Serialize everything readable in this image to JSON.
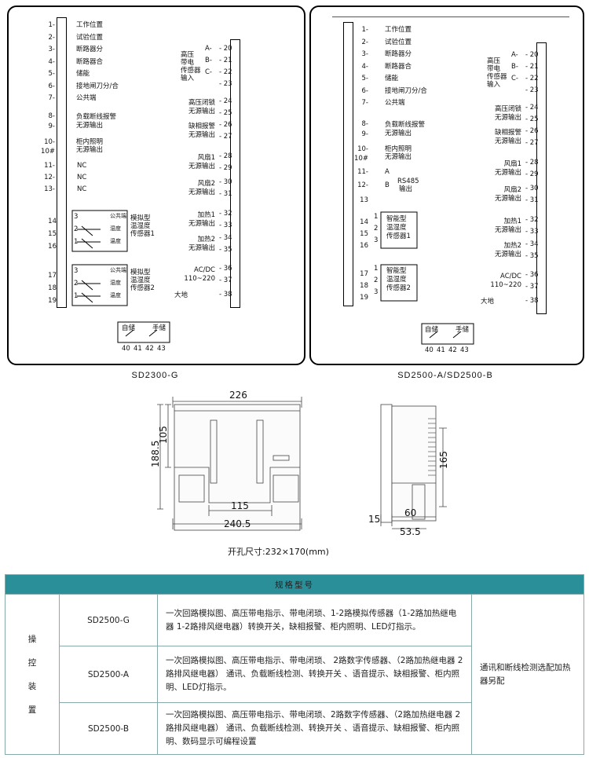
{
  "diagram_g": {
    "caption": "SD2300-G",
    "left_terms": [
      {
        "n": "1",
        "label": "工作位置"
      },
      {
        "n": "2",
        "label": "试验位置"
      },
      {
        "n": "3",
        "label": "断路器分"
      },
      {
        "n": "4",
        "label": "断路器合"
      },
      {
        "n": "5",
        "label": "储能"
      },
      {
        "n": "6",
        "label": "接地闸刀分/合"
      },
      {
        "n": "7",
        "label": "公共端"
      }
    ],
    "alarm": {
      "n1": "8",
      "n2": "9",
      "label1": "负载断线报警",
      "label2": "无源输出"
    },
    "light": {
      "n1": "10",
      "n2": "10#",
      "label1": "柜内照明",
      "label2": "无源输出"
    },
    "nc": [
      {
        "n": "11",
        "label": "NC"
      },
      {
        "n": "12",
        "label": "NC"
      },
      {
        "n": "13",
        "label": "NC"
      }
    ],
    "sensor1": {
      "terms": [
        "14",
        "15",
        "16"
      ],
      "pins": [
        "3",
        "2",
        "1"
      ],
      "sub": [
        "公共端",
        "湿度",
        "温度"
      ],
      "name": "模拟型 温湿度 传感器1"
    },
    "sensor2": {
      "terms": [
        "17",
        "18",
        "19"
      ],
      "pins": [
        "3",
        "2",
        "1"
      ],
      "sub": [
        "公共端",
        "湿度",
        "温度"
      ],
      "name": "模拟型 温湿度 传感器2"
    },
    "store": {
      "auto": "自储",
      "manual": "手储",
      "pins": [
        "40",
        "41",
        "42",
        "43"
      ]
    }
  },
  "diagram_ab": {
    "caption": "SD2500-A/SD2500-B",
    "rs485": {
      "a": "A",
      "b": "B",
      "label1": "RS485",
      "label2": "输出"
    },
    "sensor1_name": "智能型 温湿度 传感器1",
    "sensor2_name": "智能型 温湿度 传感器2"
  },
  "right_terms": {
    "hv": {
      "label": "高压 带电 传感器 输入",
      "items": [
        {
          "l": "A",
          "n": "20"
        },
        {
          "l": "B",
          "n": "21"
        },
        {
          "l": "C",
          "n": "22"
        },
        {
          "l": "",
          "n": "23"
        }
      ]
    },
    "pairs": [
      {
        "label1": "高压闭锁",
        "label2": "无源输出",
        "n1": "24",
        "n2": "25"
      },
      {
        "label1": "缺相报警",
        "label2": "无源输出",
        "n1": "26",
        "n2": "27"
      },
      {
        "label1": "风扇1",
        "label2": "无源输出",
        "n1": "28",
        "n2": "29"
      },
      {
        "label1": "风扇2",
        "label2": "无源输出",
        "n1": "30",
        "n2": "31"
      },
      {
        "label1": "加热1",
        "label2": "无源输出",
        "n1": "32",
        "n2": "33"
      },
      {
        "label1": "加热2",
        "label2": "无源输出",
        "n1": "34",
        "n2": "35"
      },
      {
        "label1": "AC/DC",
        "label2": "110~220",
        "n1": "36",
        "n2": "37"
      }
    ],
    "ground": {
      "label": "大地",
      "n": "38"
    }
  },
  "dimensions": {
    "front": {
      "w_top": "226",
      "h_inner": "105",
      "h_total": "188.5",
      "w_mid": "115",
      "w_total": "240.5"
    },
    "side": {
      "h": "165",
      "a": "15",
      "b": "60",
      "c": "53.5"
    },
    "cutout": "开孔尺寸:232×170(mm)"
  },
  "spec_table": {
    "header": "规格型号",
    "group": [
      "操",
      "控",
      "装",
      "置"
    ],
    "note": "通讯和断线检测选配加热器另配",
    "rows": [
      {
        "model": "SD2500-G",
        "desc": "一次回路模拟图、高压带电指示、带电闭琐、1-2路模拟传感器（1-2路加热继电器 1-2路排风继电器）转换开关，缺相报警、柜内照明、LED灯指示。"
      },
      {
        "model": "SD2500-A",
        "desc": "一次回路模拟图、高压带电指示、带电闭琐、 2路数字传感器、（2路加热继电器 2路排风继电器） 通讯、负载断线检测、转换开关 、语音提示、缺相报警、柜内照明、LED灯指示。"
      },
      {
        "model": "SD2500-B",
        "desc": "一次回路模拟图、高压带电指示、带电闭琐、2路数字传感器、（2路加热继电器 2路排风继电器） 通讯、负载断线检测、转换开关 、语音提示、缺相报警、柜内照明、数码显示可编程设置"
      }
    ]
  }
}
